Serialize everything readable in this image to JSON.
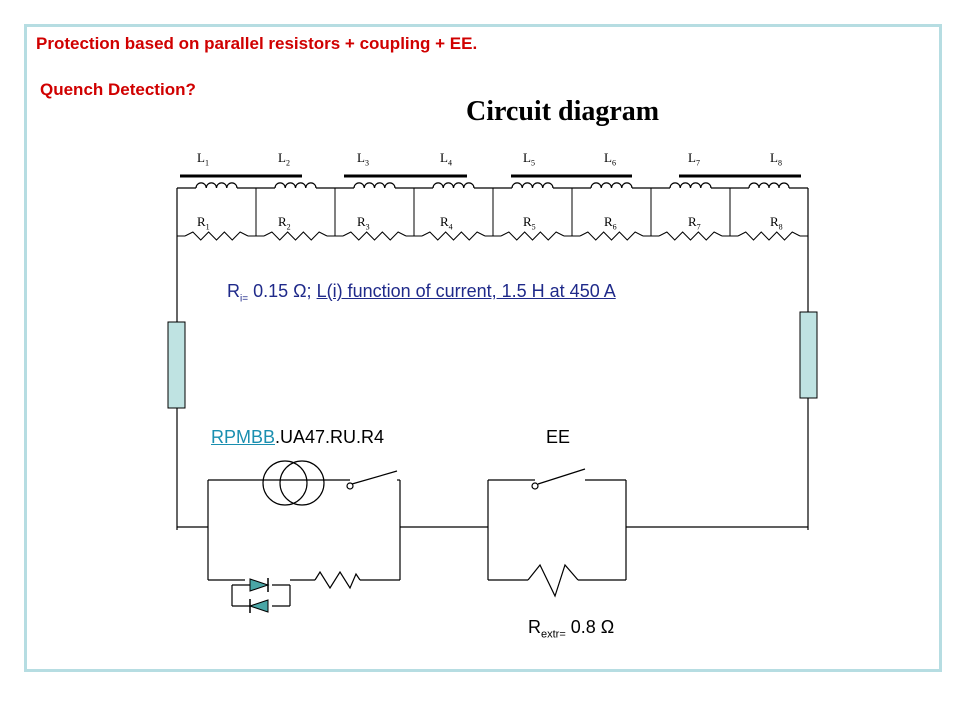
{
  "header": {
    "line1": "Protection based on parallel resistors + coupling + EE.",
    "line2": "Quench Detection?"
  },
  "diagram": {
    "title": "Circuit diagram",
    "inductors": [
      {
        "base": "L",
        "sub": "1"
      },
      {
        "base": "L",
        "sub": "2"
      },
      {
        "base": "L",
        "sub": "3"
      },
      {
        "base": "L",
        "sub": "4"
      },
      {
        "base": "L",
        "sub": "5"
      },
      {
        "base": "L",
        "sub": "6"
      },
      {
        "base": "L",
        "sub": "7"
      },
      {
        "base": "L",
        "sub": "8"
      }
    ],
    "resistors": [
      {
        "base": "R",
        "sub": "1"
      },
      {
        "base": "R",
        "sub": "2"
      },
      {
        "base": "R",
        "sub": "3"
      },
      {
        "base": "R",
        "sub": "4"
      },
      {
        "base": "R",
        "sub": "5"
      },
      {
        "base": "R",
        "sub": "6"
      },
      {
        "base": "R",
        "sub": "7"
      },
      {
        "base": "R",
        "sub": "8"
      }
    ],
    "ri_note": {
      "r": "R",
      "sub": "i=",
      "value": " 0.15 Ω; ",
      "link": "L(i) function of current, 1.5 H at 450 A"
    },
    "rpmbb": {
      "link": "RPMBB",
      "rest": ".UA47.RU.R4"
    },
    "ee_label": "EE",
    "rextr": {
      "r": "R",
      "sub": "extr=",
      "value": " 0.8 Ω"
    }
  }
}
